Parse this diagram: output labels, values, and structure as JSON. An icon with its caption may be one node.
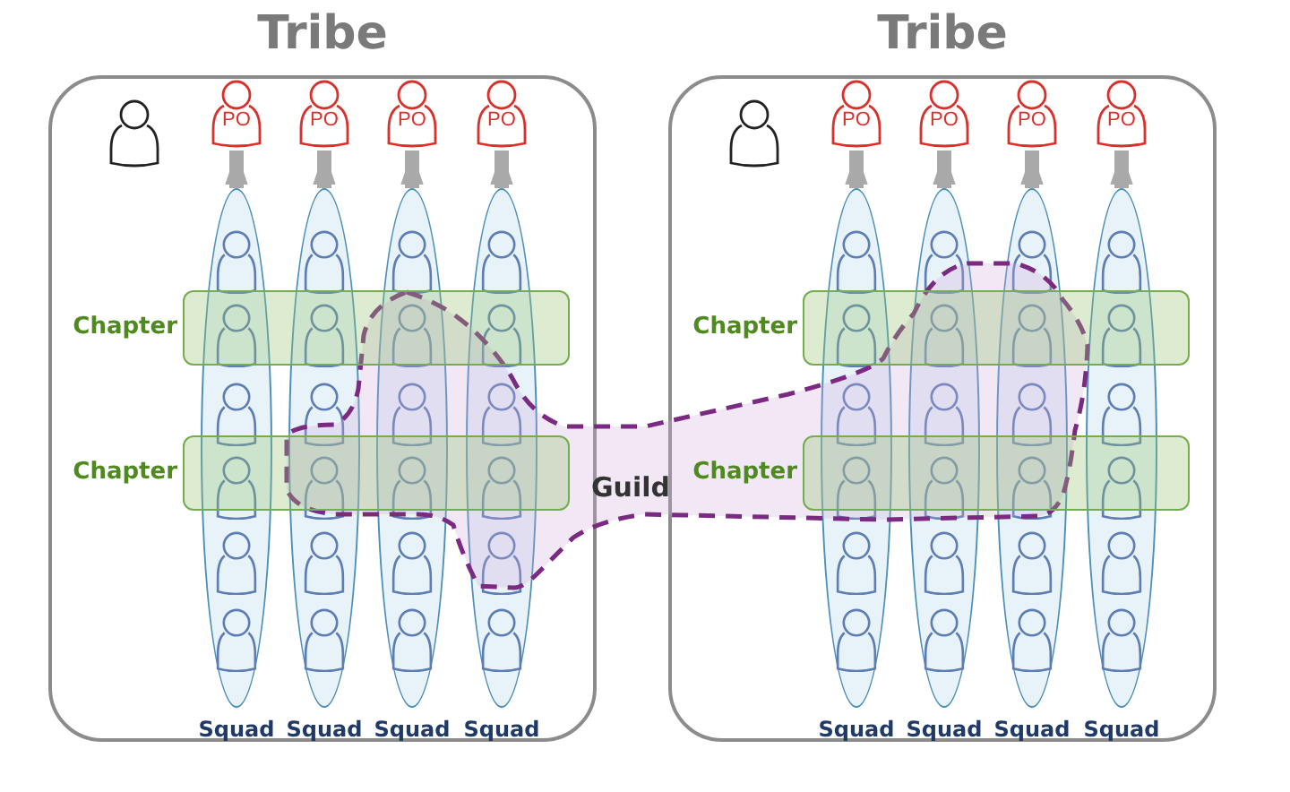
{
  "diagram": {
    "nodes": [
      {
        "text": [
          "Tribe"
        ]
      },
      {
        "text": [],
        "shape": "person",
        "in": 0
      },
      {
        "text": [
          "PO"
        ],
        "in": 0
      },
      {
        "text": [
          "PO"
        ],
        "in": 0
      },
      {
        "text": [
          "PO"
        ],
        "in": 0
      },
      {
        "text": [
          "PO"
        ],
        "in": 0
      },
      {
        "text": [
          "Chapter"
        ],
        "in": 0
      },
      {
        "text": [
          "Chapter"
        ],
        "in": 0
      },
      {
        "text": [
          "Squad"
        ],
        "in": 0
      },
      {
        "text": [
          "Squad"
        ],
        "in": 0
      },
      {
        "text": [
          "Squad"
        ],
        "in": 0
      },
      {
        "text": [
          "Squad"
        ],
        "in": 0
      },
      {
        "text": [
          "Tribe"
        ]
      },
      {
        "text": [],
        "shape": "person",
        "in": 12
      },
      {
        "text": [
          "PO"
        ],
        "in": 12
      },
      {
        "text": [
          "PO"
        ],
        "in": 12
      },
      {
        "text": [
          "PO"
        ],
        "in": 12
      },
      {
        "text": [
          "PO"
        ],
        "in": 12
      },
      {
        "text": [
          "Chapter"
        ],
        "in": 12
      },
      {
        "text": [
          "Chapter"
        ],
        "in": 12
      },
      {
        "text": [
          "Squad"
        ],
        "in": 12
      },
      {
        "text": [
          "Squad"
        ],
        "in": 12
      },
      {
        "text": [
          "Squad"
        ],
        "in": 12
      },
      {
        "text": [
          "Squad"
        ],
        "in": 12
      },
      {
        "text": [
          "Guild"
        ]
      }
    ],
    "edges": [
      {
        "from": 8,
        "to": 2,
        "arrow": "to"
      },
      {
        "from": 9,
        "to": 3,
        "arrow": "to"
      },
      {
        "from": 10,
        "to": 4,
        "arrow": "to"
      },
      {
        "from": 11,
        "to": 5,
        "arrow": "to"
      },
      {
        "from": 20,
        "to": 14,
        "arrow": "to"
      },
      {
        "from": 21,
        "to": 15,
        "arrow": "to"
      },
      {
        "from": 22,
        "to": 16,
        "arrow": "to"
      },
      {
        "from": 23,
        "to": 17,
        "arrow": "to"
      }
    ]
  }
}
